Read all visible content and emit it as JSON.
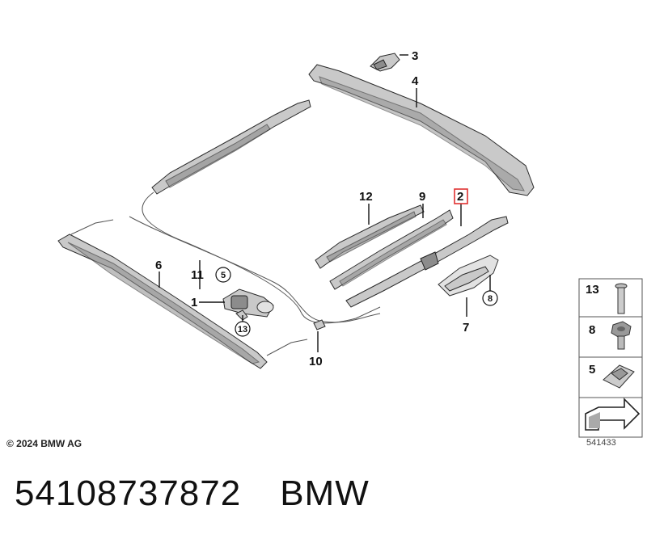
{
  "diagram": {
    "callouts": [
      {
        "id": "c1",
        "label": "1"
      },
      {
        "id": "c2",
        "label": "2",
        "highlighted": true
      },
      {
        "id": "c3",
        "label": "3"
      },
      {
        "id": "c4",
        "label": "4"
      },
      {
        "id": "c6",
        "label": "6"
      },
      {
        "id": "c7",
        "label": "7"
      },
      {
        "id": "c9",
        "label": "9"
      },
      {
        "id": "c10",
        "label": "10"
      },
      {
        "id": "c11",
        "label": "11"
      },
      {
        "id": "c12",
        "label": "12"
      }
    ],
    "circled_refs": [
      {
        "id": "r5",
        "label": "5"
      },
      {
        "id": "r13",
        "label": "13"
      },
      {
        "id": "r8",
        "label": "8"
      }
    ],
    "highlight_color": "#e03131"
  },
  "legend": {
    "items": [
      {
        "label": "13",
        "icon": "bolt-icon"
      },
      {
        "label": "8",
        "icon": "hex-nut-icon"
      },
      {
        "label": "5",
        "icon": "clip-nut-icon"
      }
    ],
    "last_icon": "direction-arrow-icon"
  },
  "copyright": "© 2024 BMW AG",
  "ref_number": "541433",
  "footer": {
    "part_number": "54108737872",
    "brand": "BMW"
  }
}
